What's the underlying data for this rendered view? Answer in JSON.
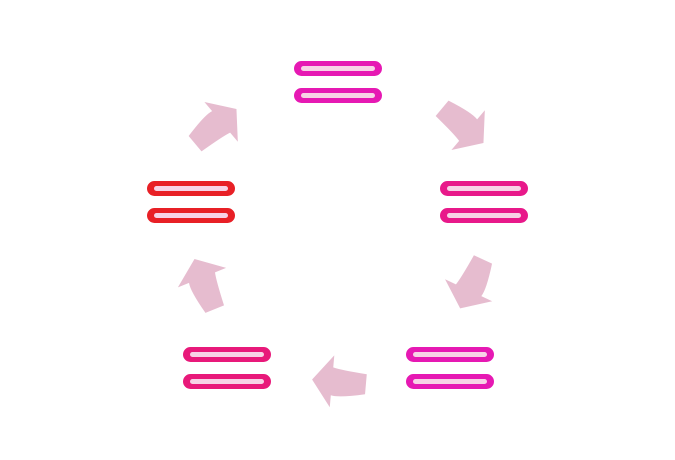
{
  "diagram": {
    "type": "cycle",
    "arrow_color": "#e6bccf",
    "bar_inner_color": "#f7d3e6",
    "nodes": [
      {
        "id": "node-top",
        "color": "#e619b3"
      },
      {
        "id": "node-right",
        "color": "#e8198a"
      },
      {
        "id": "node-bottom-right",
        "color": "#e619b3"
      },
      {
        "id": "node-bottom-left",
        "color": "#e8197a"
      },
      {
        "id": "node-left",
        "color": "#e82026"
      }
    ],
    "arrows": [
      {
        "from": "node-top",
        "to": "node-right"
      },
      {
        "from": "node-right",
        "to": "node-bottom-right"
      },
      {
        "from": "node-bottom-right",
        "to": "node-bottom-left"
      },
      {
        "from": "node-bottom-left",
        "to": "node-left"
      },
      {
        "from": "node-left",
        "to": "node-top"
      }
    ]
  }
}
